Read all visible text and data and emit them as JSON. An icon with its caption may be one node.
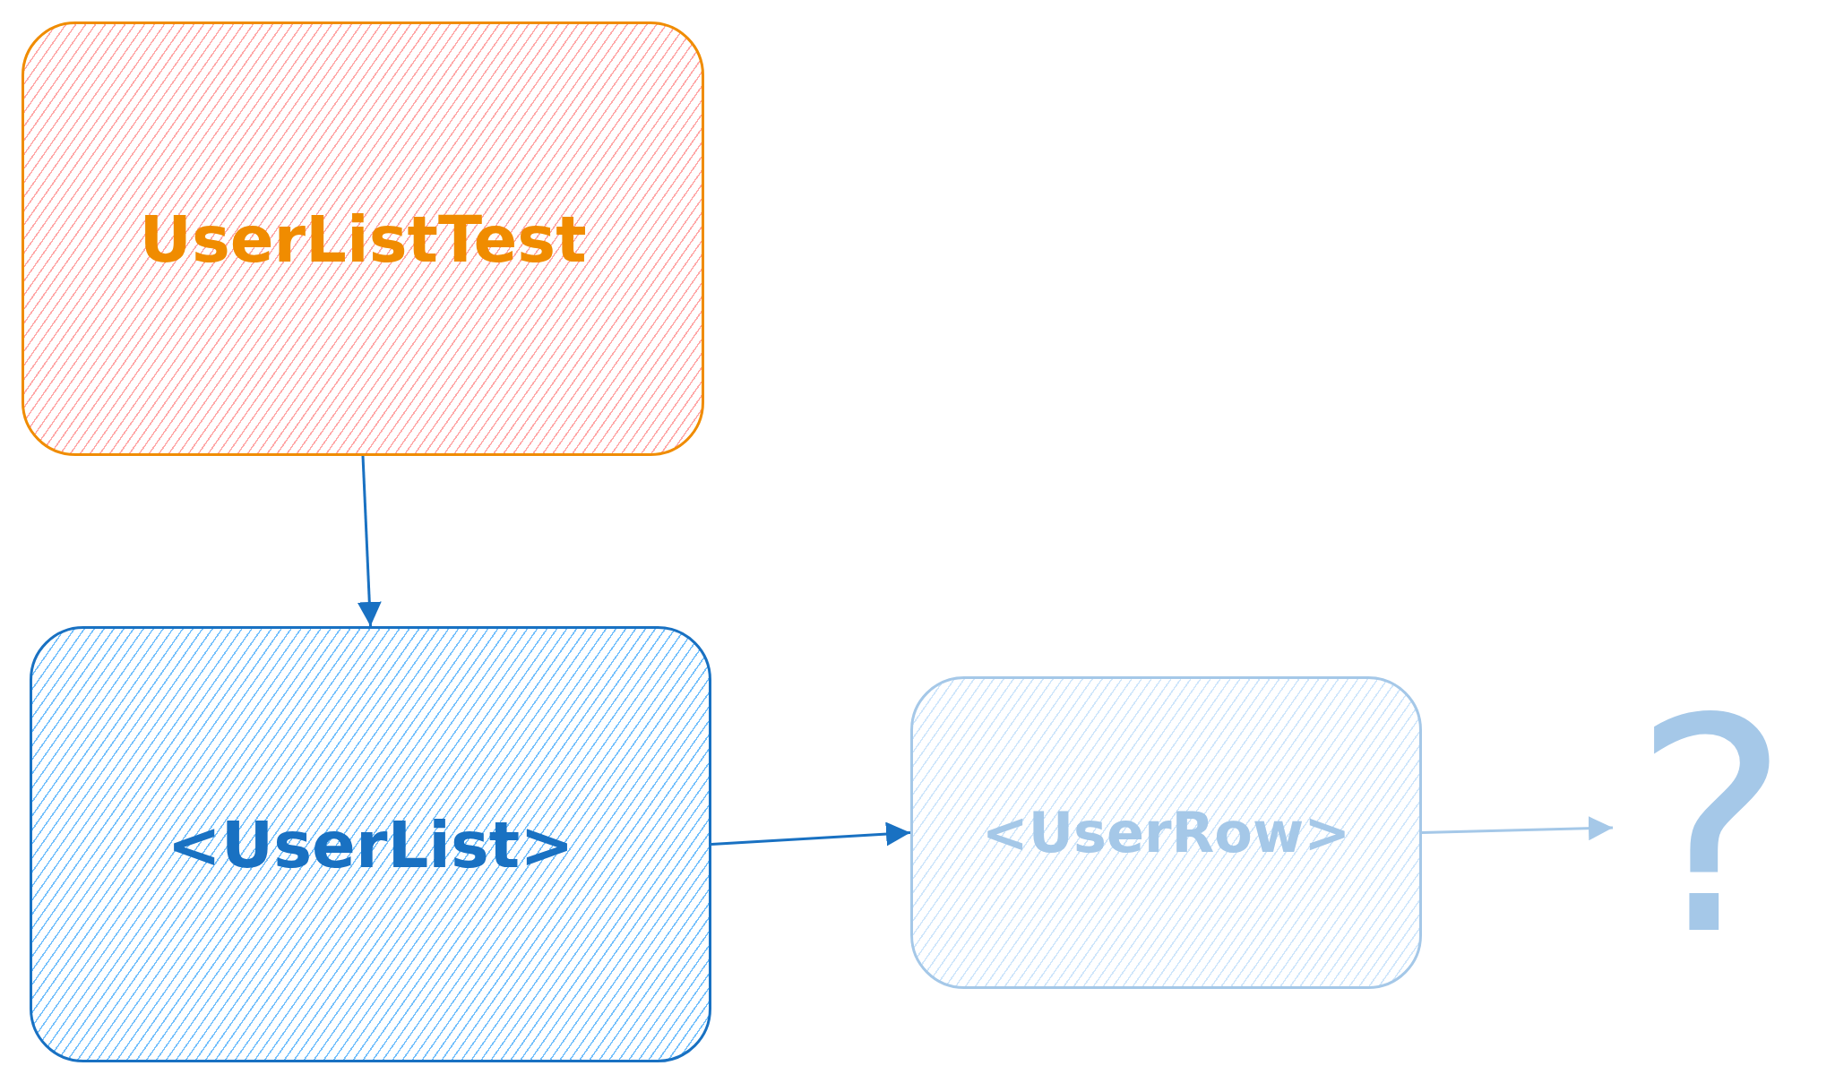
{
  "diagram": {
    "nodes": [
      {
        "text": [
          "UserListTest"
        ]
      },
      {
        "text": [
          "<UserList>"
        ]
      },
      {
        "text": [
          "<UserRow>"
        ]
      },
      {
        "text": [
          "?"
        ]
      }
    ],
    "edges": [
      {
        "from": 0,
        "to": 1,
        "arrow": "to"
      },
      {
        "from": 1,
        "to": 2,
        "arrow": "to"
      },
      {
        "from": 2,
        "to": 3,
        "arrow": "to",
        "color": "#a5c8e8"
      }
    ]
  }
}
